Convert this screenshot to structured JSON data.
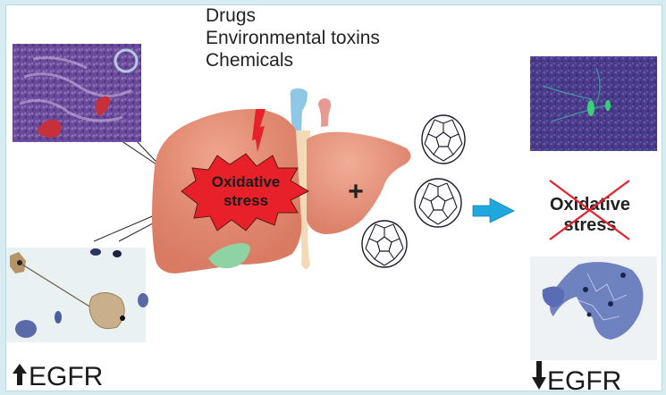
{
  "figure": {
    "toxins": [
      "Drugs",
      "Environmental toxins",
      "Chemicals"
    ],
    "liver_label": {
      "line1": "Oxidative",
      "line2": "stress"
    },
    "plus_sign": "+",
    "result_label": {
      "line1": "Oxidative",
      "line2": "stress",
      "crossed_out": true
    },
    "left_egfr": {
      "direction": "up",
      "label": "EGFR"
    },
    "right_egfr": {
      "direction": "down",
      "label": "EGFR"
    },
    "micrographs": [
      {
        "id": "liver-histology-damaged",
        "stain": "H&E, purple with red hemorrhage foci"
      },
      {
        "id": "cells-egfr-high",
        "stain": "brown EGFR-positive cells"
      },
      {
        "id": "liver-histology-protected",
        "stain": "purple with green foci"
      },
      {
        "id": "cells-egfr-low",
        "stain": "blue cells, low EGFR"
      }
    ],
    "fullerene_count": 3,
    "colors": {
      "frame": "#d6ecf0",
      "liver": "#e0876f",
      "burst": "#e8202a",
      "arrow": "#1fa8de",
      "cross": "#e8202a",
      "gallbladder": "#8fd3a4",
      "vein_blue": "#8ec8e6",
      "artery_pink": "#e79a92",
      "bile_duct": "#f4d9b6"
    }
  }
}
